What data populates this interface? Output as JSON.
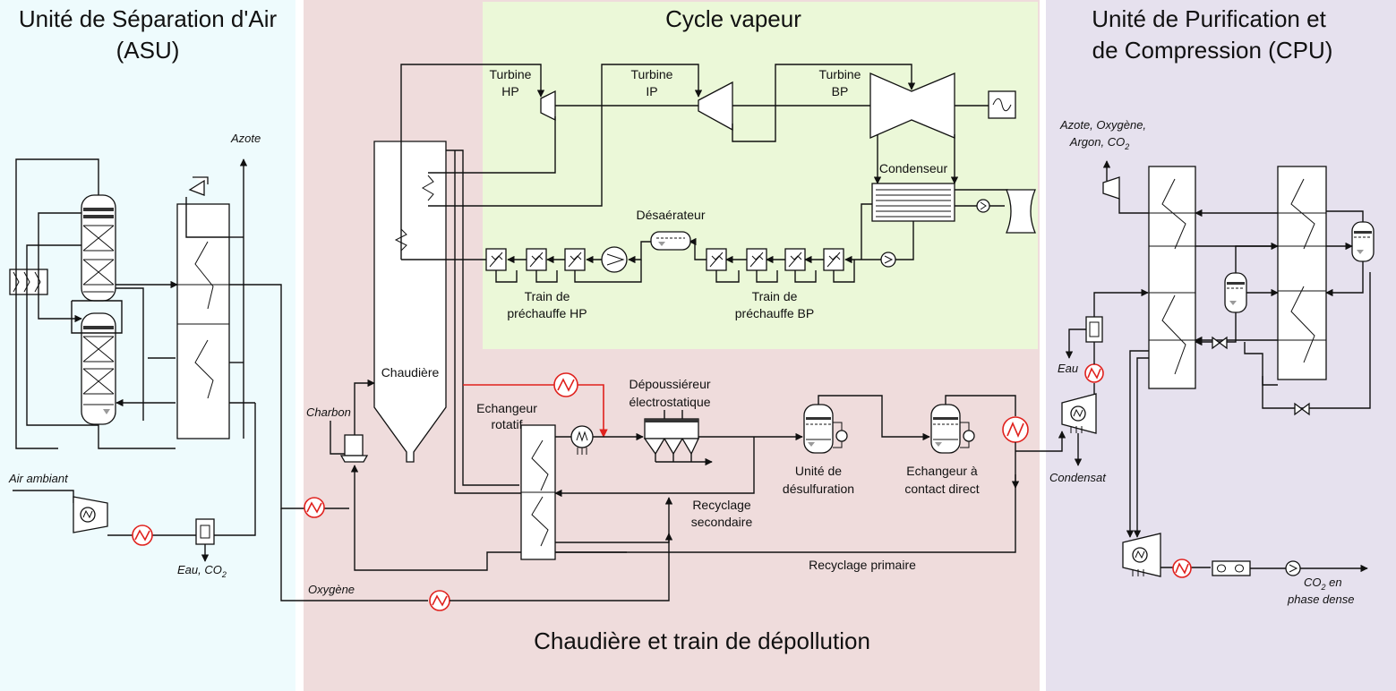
{
  "zones": {
    "asu": {
      "title_line1": "Unité de Séparation d'Air",
      "title_line2": "(ASU)",
      "color": "#eefbfd"
    },
    "boiler": {
      "title": "Chaudière et train de dépollution",
      "color": "#efdcdc"
    },
    "steam": {
      "title": "Cycle vapeur",
      "color": "#ebf8d8"
    },
    "cpu": {
      "title_line1": "Unité de Purification et",
      "title_line2": "de Compression (CPU)",
      "color": "#e6e1ee"
    }
  },
  "labels": {
    "azote": "Azote",
    "air_ambiant": "Air ambiant",
    "eau_co2": "Eau, CO",
    "eau_co2_sub": "2",
    "charbon": "Charbon",
    "oxygene": "Oxygène",
    "chaudiere": "Chaudière",
    "echangeur_rotatif_1": "Echangeur",
    "echangeur_rotatif_2": "rotatif",
    "depoussiereur_1": "Dépoussiéreur",
    "depoussiereur_2": "électrostatique",
    "desulf_1": "Unité de",
    "desulf_2": "désulfuration",
    "contact_1": "Echangeur à",
    "contact_2": "contact direct",
    "recyclage_secondaire_1": "Recyclage",
    "recyclage_secondaire_2": "secondaire",
    "recyclage_primaire": "Recyclage primaire",
    "turbine_hp_1": "Turbine",
    "turbine_hp_2": "HP",
    "turbine_ip_1": "Turbine",
    "turbine_ip_2": "IP",
    "turbine_bp_1": "Turbine",
    "turbine_bp_2": "BP",
    "condenseur": "Condenseur",
    "desaerateur": "Désaérateur",
    "train_hp_1": "Train de",
    "train_hp_2": "préchauffe HP",
    "train_bp_1": "Train de",
    "train_bp_2": "préchauffe BP",
    "cpu_vent_1": "Azote, Oxygène,",
    "cpu_vent_2": "Argon, CO",
    "cpu_vent_sub": "2",
    "eau": "Eau",
    "condensat": "Condensat",
    "co2_1": "CO",
    "co2_sub": "2",
    "co2_1b": " en",
    "co2_2": "phase dense"
  },
  "colors": {
    "line": "#111111",
    "red": "#e0211d"
  }
}
